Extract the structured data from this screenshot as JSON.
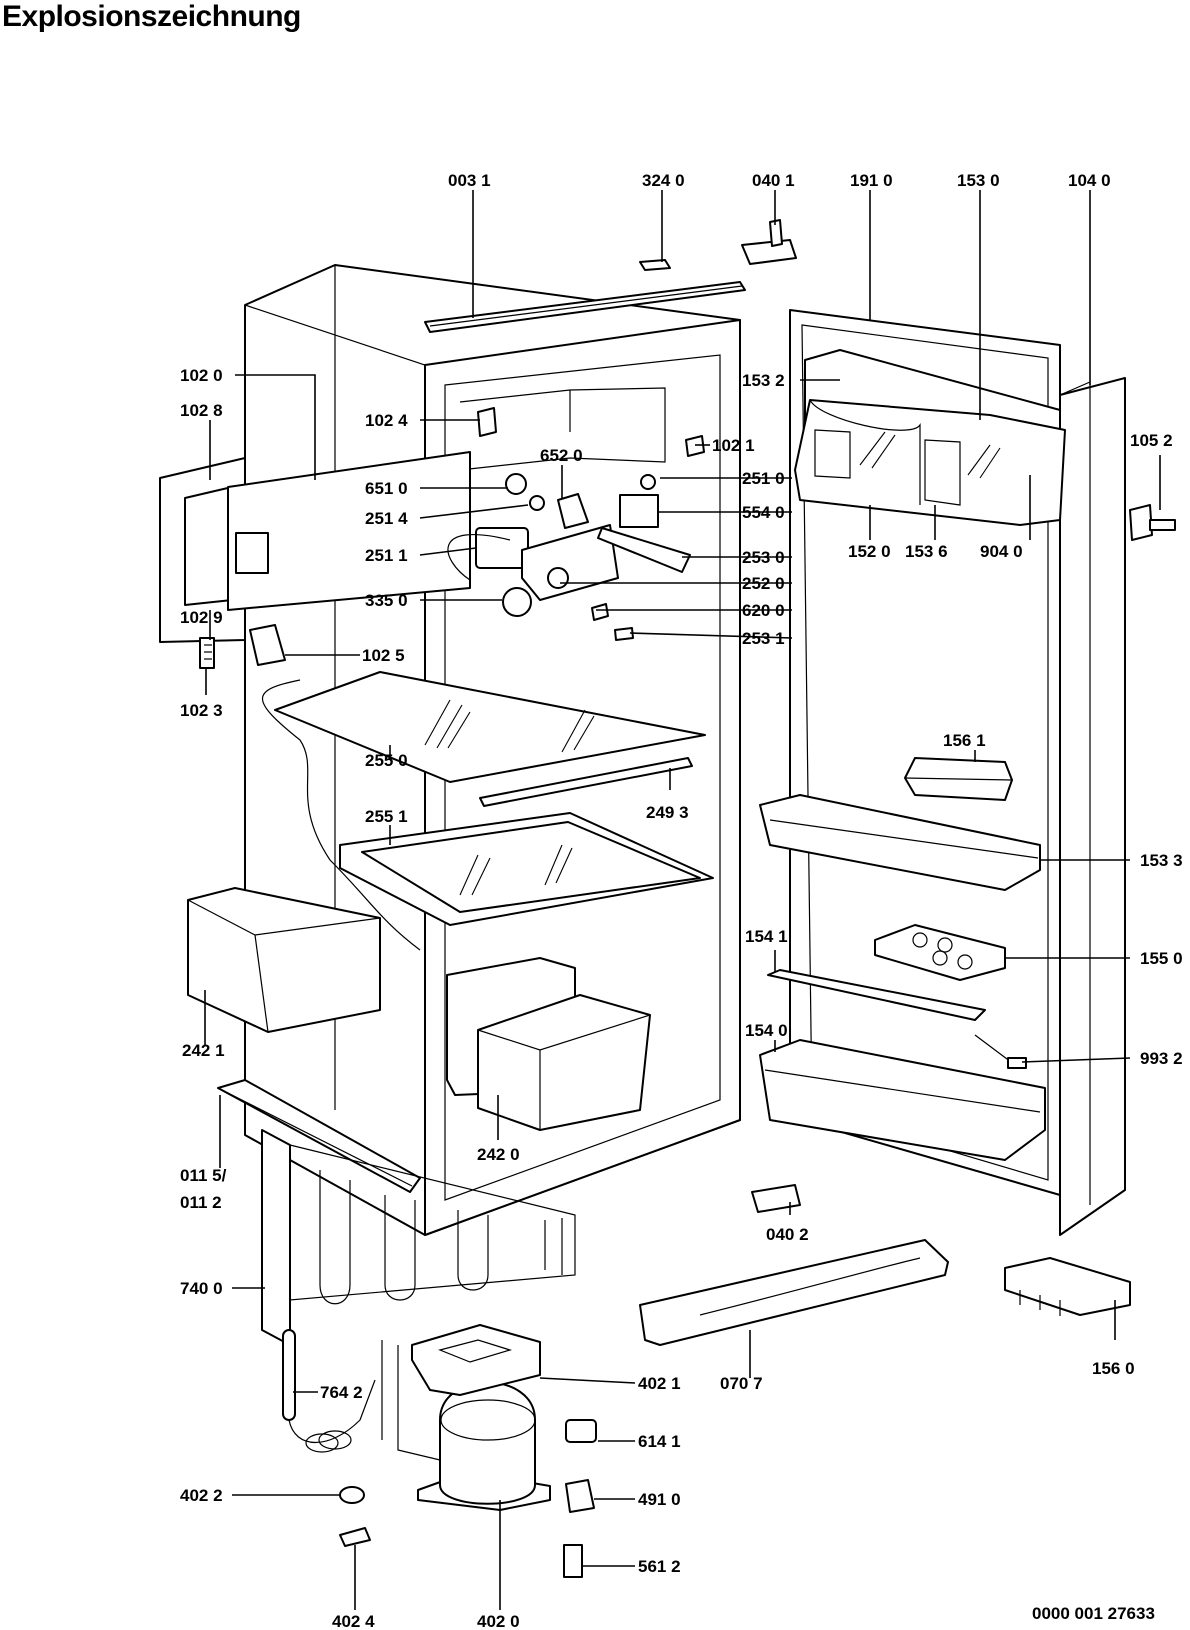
{
  "title": "Explosionszeichnung",
  "drawing_number": "0000 001 27633",
  "part_labels": [
    "003 1",
    "324 0",
    "040 1",
    "191 0",
    "153 0",
    "104 0",
    "102 0",
    "102 8",
    "102 4",
    "102 1",
    "153 2",
    "105 2",
    "652 0",
    "651 0",
    "251 0",
    "251 4",
    "554 0",
    "251 1",
    "253 0",
    "152 0",
    "153 6",
    "904 0",
    "252 0",
    "335 0",
    "620 0",
    "102 9",
    "253 1",
    "102 5",
    "102 3",
    "156 1",
    "255 0",
    "249 3",
    "255 1",
    "153 3",
    "154 1",
    "155 0",
    "242 1",
    "154 0",
    "993 2",
    "242 0",
    "011 5/",
    "011 2",
    "040 2",
    "740 0",
    "156 0",
    "402 1",
    "070 7",
    "764 2",
    "614 1",
    "402 2",
    "491 0",
    "561 2",
    "402 4",
    "402 0"
  ]
}
